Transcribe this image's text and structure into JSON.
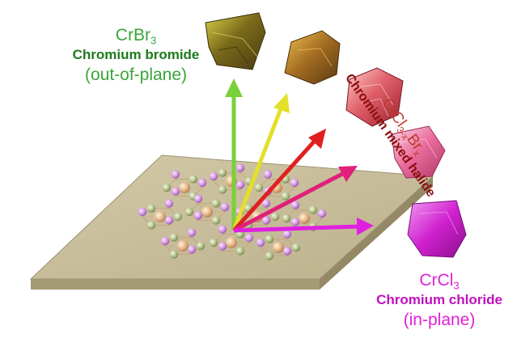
{
  "colors": {
    "plane_top": "#c8bd9a",
    "plane_side": "#a59a76",
    "bond": "#bfa07e",
    "atom_cr": "#e6b98a",
    "atom_halide_green": "#b6c48c",
    "atom_halide_purple": "#d79be6",
    "arrow_green": "#7ad03a",
    "arrow_yellow": "#e4e02a",
    "arrow_red": "#e02020",
    "arrow_pink": "#e0207a",
    "arrow_magenta": "#e020e0",
    "green_label": "#3aa53a",
    "dark_green_label": "#1d7a1d",
    "red_label": "#c0392b",
    "dark_red_label": "#8b0d0d",
    "magenta_label": "#e020d6",
    "dark_magenta_label": "#c010c0"
  },
  "labels": {
    "crbr3": {
      "formula_main": "CrBr",
      "formula_sub": "3",
      "name": "Chromium bromide",
      "orientation": "(out-of-plane)"
    },
    "mixed": {
      "formula_main": "CrCl",
      "formula_sub": "3-x",
      "formula_mid": "Br",
      "formula_sub2": "x",
      "name": "Chromium mixed halide"
    },
    "crcl3": {
      "formula_main": "CrCl",
      "formula_sub": "3",
      "name": "Chromium chloride",
      "orientation": "(in-plane)"
    }
  }
}
